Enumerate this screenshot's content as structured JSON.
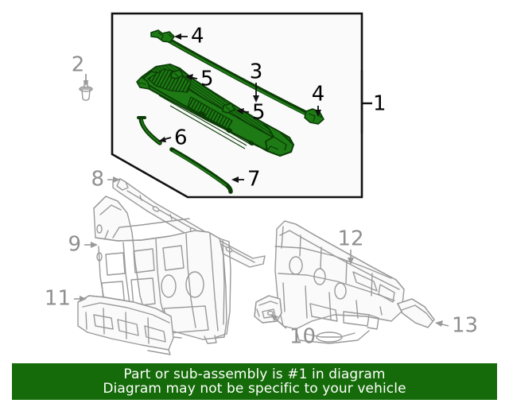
{
  "document": {
    "type": "automotive-parts-exploded-diagram",
    "subject": "Cowl panel / dash panel assembly"
  },
  "highlight": {
    "color": "#1d7a14",
    "outline_color": "#0b3c06",
    "description": "Highlighted part #1 cowl top cover assembly"
  },
  "line_art": {
    "gray": "#9a9a9a",
    "dark": "#000000",
    "fill": "#fafafa"
  },
  "callouts": {
    "inset_box_items": [
      {
        "id": "cal-1",
        "label": "1",
        "tone": "dark"
      },
      {
        "id": "cal-3",
        "label": "3",
        "tone": "dark"
      },
      {
        "id": "cal-4-top",
        "label": "4",
        "tone": "dark"
      },
      {
        "id": "cal-4-right",
        "label": "4",
        "tone": "dark"
      },
      {
        "id": "cal-5-upper",
        "label": "5",
        "tone": "dark"
      },
      {
        "id": "cal-5-lower",
        "label": "5",
        "tone": "dark"
      },
      {
        "id": "cal-6",
        "label": "6",
        "tone": "dark"
      },
      {
        "id": "cal-7",
        "label": "7",
        "tone": "dark"
      }
    ],
    "outer_items": [
      {
        "id": "cal-2",
        "label": "2",
        "tone": "gray"
      },
      {
        "id": "cal-8",
        "label": "8",
        "tone": "gray"
      },
      {
        "id": "cal-9",
        "label": "9",
        "tone": "gray"
      },
      {
        "id": "cal-10",
        "label": "10",
        "tone": "gray"
      },
      {
        "id": "cal-11",
        "label": "11",
        "tone": "gray"
      },
      {
        "id": "cal-12",
        "label": "12",
        "tone": "gray"
      },
      {
        "id": "cal-13",
        "label": "13",
        "tone": "gray"
      }
    ],
    "labels": {
      "one": "1",
      "two": "2",
      "three": "3",
      "four_top": "4",
      "four_right": "4",
      "five_upper": "5",
      "five_lower": "5",
      "six": "6",
      "seven": "7",
      "eight": "8",
      "nine": "9",
      "ten": "10",
      "eleven": "11",
      "twelve": "12",
      "thirteen": "13"
    }
  },
  "banner": {
    "background_color": "#156b09",
    "text_color": "#ffffff",
    "line1": "Part or sub-assembly is #1 in diagram",
    "line2": "Diagram may not be specific to your vehicle"
  }
}
